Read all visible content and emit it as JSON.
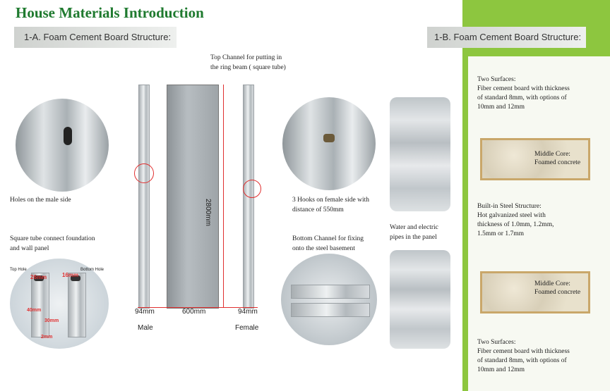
{
  "page": {
    "title": "House Materials Introduction",
    "left_banner": "1-A. Foam Cement Board Structure:",
    "right_banner": "1-B. Foam Cement Board Structure:"
  },
  "left": {
    "holes_label": "Holes on the male side",
    "square_tube_label": [
      "Square tube connect foundation",
      "and wall panel"
    ],
    "top_hole": "Top Hole",
    "bottom_hole": "Bottom Hole",
    "dim_26": "26mm",
    "dim_16": "16mm",
    "dim_40": "40mm",
    "dim_30": "30mm",
    "dim_2": "2mm"
  },
  "center": {
    "top_channel_label": [
      "Top Channel for putting in",
      "the ring beam ( square tube)"
    ],
    "height": "2800mm",
    "width_male": "94mm",
    "width_panel": "600mm",
    "width_female": "94mm",
    "male": "Male",
    "female": "Female",
    "hooks_label": [
      "3 Hooks on female side with",
      "distance of  550mm"
    ],
    "bottom_channel_label": [
      "Bottom Channel for fixing",
      "onto the steel basement"
    ],
    "pipes_label": [
      "Water and electric",
      "pipes in the panel"
    ]
  },
  "right": {
    "surfaces_top": [
      "Two Surfaces:",
      "Fiber cement board with thickness",
      "of standard 8mm, with options of",
      "10mm and 12mm"
    ],
    "core_top": [
      "Middle Core:",
      "Foamed concrete"
    ],
    "steel": [
      "Built-in Steel Structure:",
      "Hot galvanized steel with",
      "thickness of 1.0mm, 1.2mm,",
      "1.5mm or 1.7mm"
    ],
    "core_bottom": [
      "Middle Core:",
      "Foamed concrete"
    ],
    "surfaces_bottom": [
      "Two Surfaces:",
      "Fiber cement board with thickness",
      "of standard 8mm, with options of",
      "10mm and 12mm"
    ]
  },
  "colors": {
    "title": "#1f7a2f",
    "accent_green": "#8dc63f",
    "dimension_red": "#e03030"
  }
}
